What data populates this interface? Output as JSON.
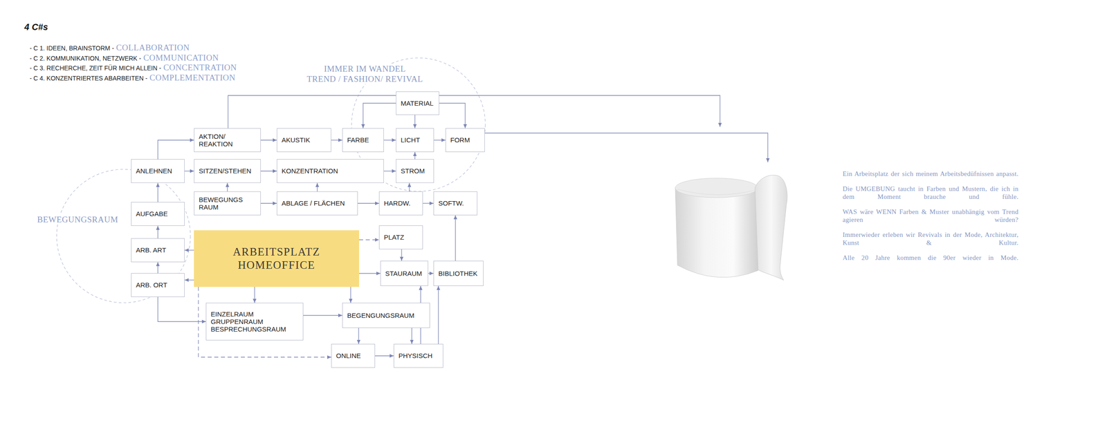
{
  "diagram": {
    "title": "4 C#s",
    "nodes": [
      {
        "text": [
          "MATERIAL"
        ]
      },
      {
        "text": [
          "AKTION/ REAKTION"
        ]
      },
      {
        "text": [
          "AKUSTIK"
        ]
      },
      {
        "text": [
          "FARBE"
        ]
      },
      {
        "text": [
          "LICHT"
        ]
      },
      {
        "text": [
          "FORM"
        ]
      },
      {
        "text": [
          "ANLEHNEN"
        ]
      },
      {
        "text": [
          "SITZEN/STEHEN"
        ]
      },
      {
        "text": [
          "KONZENTRATION"
        ]
      },
      {
        "text": [
          "STROM"
        ]
      },
      {
        "text": [
          "AUFGABE"
        ]
      },
      {
        "text": [
          "BEWEGUNGS RAUM"
        ]
      },
      {
        "text": [
          "ABLAGE / FLÄCHEN"
        ]
      },
      {
        "text": [
          "HARDW."
        ]
      },
      {
        "text": [
          "SOFTW."
        ]
      },
      {
        "text": [
          "ARB. ART"
        ]
      },
      {
        "text": [
          "ARBEITSPLATZ HOMEOFFICE"
        ]
      },
      {
        "text": [
          "PLATZ"
        ]
      },
      {
        "text": [
          "ARB. ORT"
        ]
      },
      {
        "text": [
          "STAURAUM"
        ]
      },
      {
        "text": [
          "BIBLIOTHEK"
        ]
      },
      {
        "text": [
          "EINZELRAUM GRUPPENRAUM BESPRECHUNGSRAUM"
        ]
      },
      {
        "text": [
          "BEGENGUNGSRAUM"
        ]
      },
      {
        "text": [
          "ONLINE"
        ]
      },
      {
        "text": [
          "PHYSISCH"
        ]
      }
    ],
    "edges": [
      {
        "from": 0,
        "to": 3,
        "arrow": "to"
      },
      {
        "from": 0,
        "to": 4,
        "arrow": "to"
      },
      {
        "from": 0,
        "to": 5,
        "arrow": "to"
      },
      {
        "from": 6,
        "to": 1,
        "arrow": "to"
      },
      {
        "from": 1,
        "to": 2,
        "arrow": "to"
      },
      {
        "from": 2,
        "to": 3,
        "arrow": "to"
      },
      {
        "from": 3,
        "to": 4,
        "arrow": "to"
      },
      {
        "from": 4,
        "to": 5,
        "arrow": "to"
      },
      {
        "from": 6,
        "to": 7,
        "arrow": "to"
      },
      {
        "from": 7,
        "to": 8,
        "arrow": "to"
      },
      {
        "from": 8,
        "to": 9,
        "arrow": "to"
      },
      {
        "from": 9,
        "to": 4,
        "arrow": "to"
      },
      {
        "from": 10,
        "to": 6,
        "arrow": "to"
      },
      {
        "from": 11,
        "to": 7,
        "arrow": "to"
      },
      {
        "from": 11,
        "to": 12,
        "arrow": "to"
      },
      {
        "from": 12,
        "to": 13,
        "arrow": "to"
      },
      {
        "from": 13,
        "to": 14,
        "arrow": "to"
      },
      {
        "from": 12,
        "to": 8,
        "arrow": "to"
      },
      {
        "from": 13,
        "to": 9,
        "arrow": "to"
      },
      {
        "from": 15,
        "to": 10,
        "arrow": "to"
      },
      {
        "from": 18,
        "to": 15,
        "arrow": "to"
      },
      {
        "from": 16,
        "to": 15,
        "arrow": "to"
      },
      {
        "from": 16,
        "to": 18,
        "arrow": "to"
      },
      {
        "from": 18,
        "to": 21,
        "arrow": "to"
      },
      {
        "from": 16,
        "to": 17,
        "arrow": "to"
      },
      {
        "from": 16,
        "to": 19,
        "arrow": "to"
      },
      {
        "from": 17,
        "to": 19,
        "arrow": "to"
      },
      {
        "from": 19,
        "to": 20,
        "arrow": "to"
      },
      {
        "from": 20,
        "to": 14,
        "arrow": "to"
      },
      {
        "from": 16,
        "to": 21,
        "arrow": "to"
      },
      {
        "from": 16,
        "to": 22,
        "arrow": "to"
      },
      {
        "from": 21,
        "to": 22,
        "arrow": "to"
      },
      {
        "from": 22,
        "to": 23,
        "arrow": "to"
      },
      {
        "from": 22,
        "to": 24,
        "arrow": "to"
      },
      {
        "from": 23,
        "to": 24,
        "arrow": "to"
      },
      {
        "from": 24,
        "to": 20,
        "arrow": "to"
      },
      {
        "from": 24,
        "to": 19,
        "arrow": "to"
      },
      {
        "from": 16,
        "to": 23,
        "arrow": "to"
      }
    ],
    "labels": [
      "- C 1. IDEEN, BRAINSTORM -",
      "COLLABORATION",
      "- C 2. KOMMUNIKATION, NETZWERK -",
      "COMMUNICATION",
      "- C 3. RECHERCHE, ZEIT FÜR MICH ALLEIN -",
      "CONCENTRATION",
      "- C 4. KONZENTRIERTES ABARBEITEN -",
      "COMPLEMENTATION",
      "IMMER IM WANDEL",
      "TREND / FASHION/ REVIVAL",
      "BEWEGUNGSRAUM",
      "Ein Arbeitsplatz der sich meinem Arbeitsbedüfnissen anpasst.",
      "Die UMGEBUNG taucht in Farben und Mustern, die ich in dem Moment brauche und fühle.",
      "WAS wäre WENN Farben & Muster unabhängig vom Trend agieren würden?",
      "Immerwieder erleben wir Revivals in der Mode, Architektur, Kunst & Kultur.",
      "Alle 20 Jahre kommen die 90er wieder in Mode."
    ]
  }
}
